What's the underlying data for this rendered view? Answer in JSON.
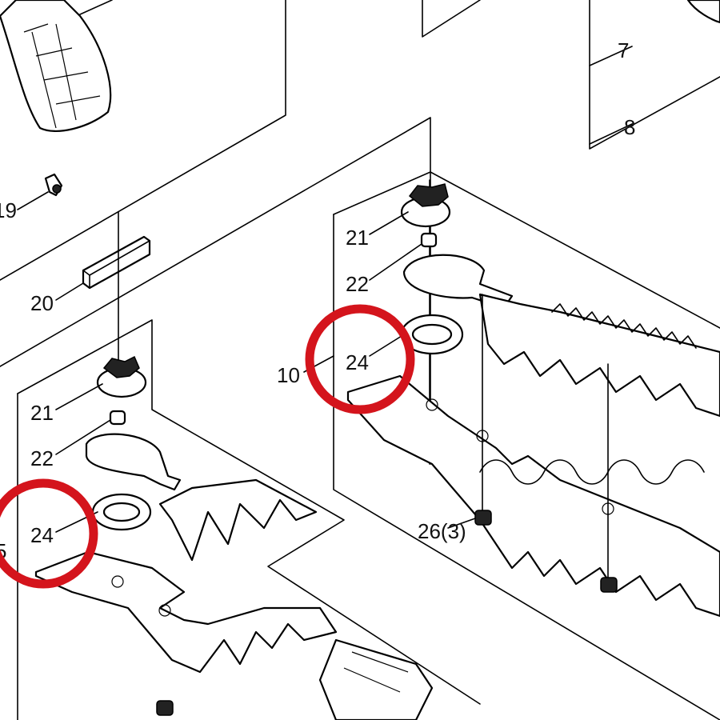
{
  "diagram": {
    "callouts": {
      "c7": "7",
      "c8": "8",
      "c19": "19",
      "c20": "20",
      "c21a": "21",
      "c22a": "22",
      "c24a": "24",
      "c10": "10",
      "c21b": "21",
      "c22b": "22",
      "c24b": "24",
      "c26": "26(3)",
      "c5": "5"
    },
    "highlight_color": "#d4141c",
    "line_color": "#000000"
  }
}
